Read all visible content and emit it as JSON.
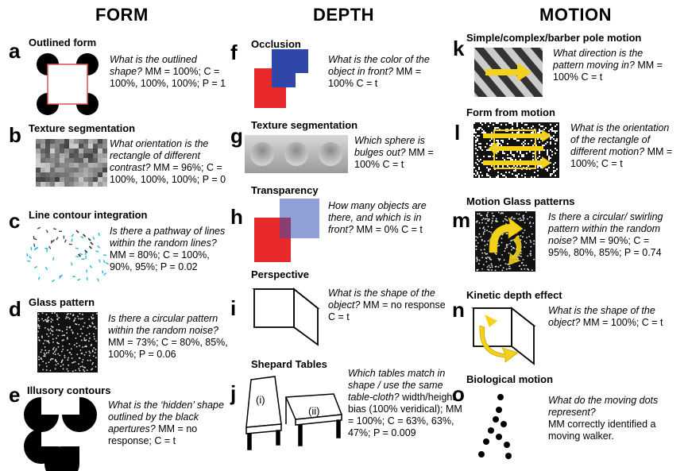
{
  "columns": [
    "FORM",
    "DEPTH",
    "MOTION"
  ],
  "panels": [
    {
      "letter": "a",
      "title": "Outlined form",
      "question": "What is the outlined shape?",
      "result": "MM = 100%; C = 100%, 100%, 100%; P = 1"
    },
    {
      "letter": "b",
      "title": "Texture segmentation",
      "question": "What orientation is the rectangle of different contrast?",
      "result": "MM = 96%; C = 100%, 100%, 100%; P = 0"
    },
    {
      "letter": "c",
      "title": "Line contour integration",
      "question": "Is there a pathway of lines within the random lines?",
      "result": "MM = 80%; C = 100%, 90%, 95%; P = 0.02"
    },
    {
      "letter": "d",
      "title": "Glass pattern",
      "question": "Is there a circular pattern within the random noise?",
      "result": "MM = 73%; C = 80%, 85%, 100%; P = 0.06"
    },
    {
      "letter": "e",
      "title": "Illusory contours",
      "question": "What is the ‘hidden’ shape outlined by the black apertures?",
      "result": "MM = no response; C = t"
    },
    {
      "letter": "f",
      "title": "Occlusion",
      "question": "What is the color of the object in front?",
      "result": "MM = 100%  C = t"
    },
    {
      "letter": "g",
      "title": "Texture segmentation",
      "question": "Which sphere is bulges out?",
      "result": "MM = 100%  C = t"
    },
    {
      "letter": "h",
      "title": "Transparency",
      "question": "How many objects are there, and which is in front?",
      "result": "MM = 0% C = t"
    },
    {
      "letter": "i",
      "title": "Perspective",
      "question": "What is the shape of the object?",
      "result": "MM = no response C = t"
    },
    {
      "letter": "j",
      "title": "Shepard Tables",
      "question": "Which tables match in shape / use the same table-cloth?",
      "result": "width/height bias (100% veridical); MM = 100%; C = 63%, 63%, 47%; P = 0.009",
      "labels": [
        "(i)",
        "(ii)"
      ]
    },
    {
      "letter": "k",
      "title": "Simple/complex/barber pole motion",
      "question": "What direction is the pattern moving in?",
      "result": "MM = 100% C = t"
    },
    {
      "letter": "l",
      "title": "Form from motion",
      "question": "What is the orientation of the rectangle of different motion?",
      "result": "MM = 100%; C = t"
    },
    {
      "letter": "m",
      "title": "Motion Glass patterns",
      "question": "Is there a circular/ swirling pattern within the random noise?",
      "result": "MM = 90%; C = 95%, 80%, 85%; P = 0.74"
    },
    {
      "letter": "n",
      "title": "Kinetic depth effect",
      "question": "What is the shape of the object?",
      "result": "MM = 100%; C = t"
    },
    {
      "letter": "o",
      "title": "Biological motion",
      "question": "What do the moving dots represent?",
      "result": "MM correctly identified a moving walker."
    }
  ],
  "colors": {
    "red": "#e8292b",
    "blue": "#2e47a8",
    "lightblue": "#7b8fd0",
    "yellow": "#f3d21c",
    "outline": "#d9534f"
  }
}
